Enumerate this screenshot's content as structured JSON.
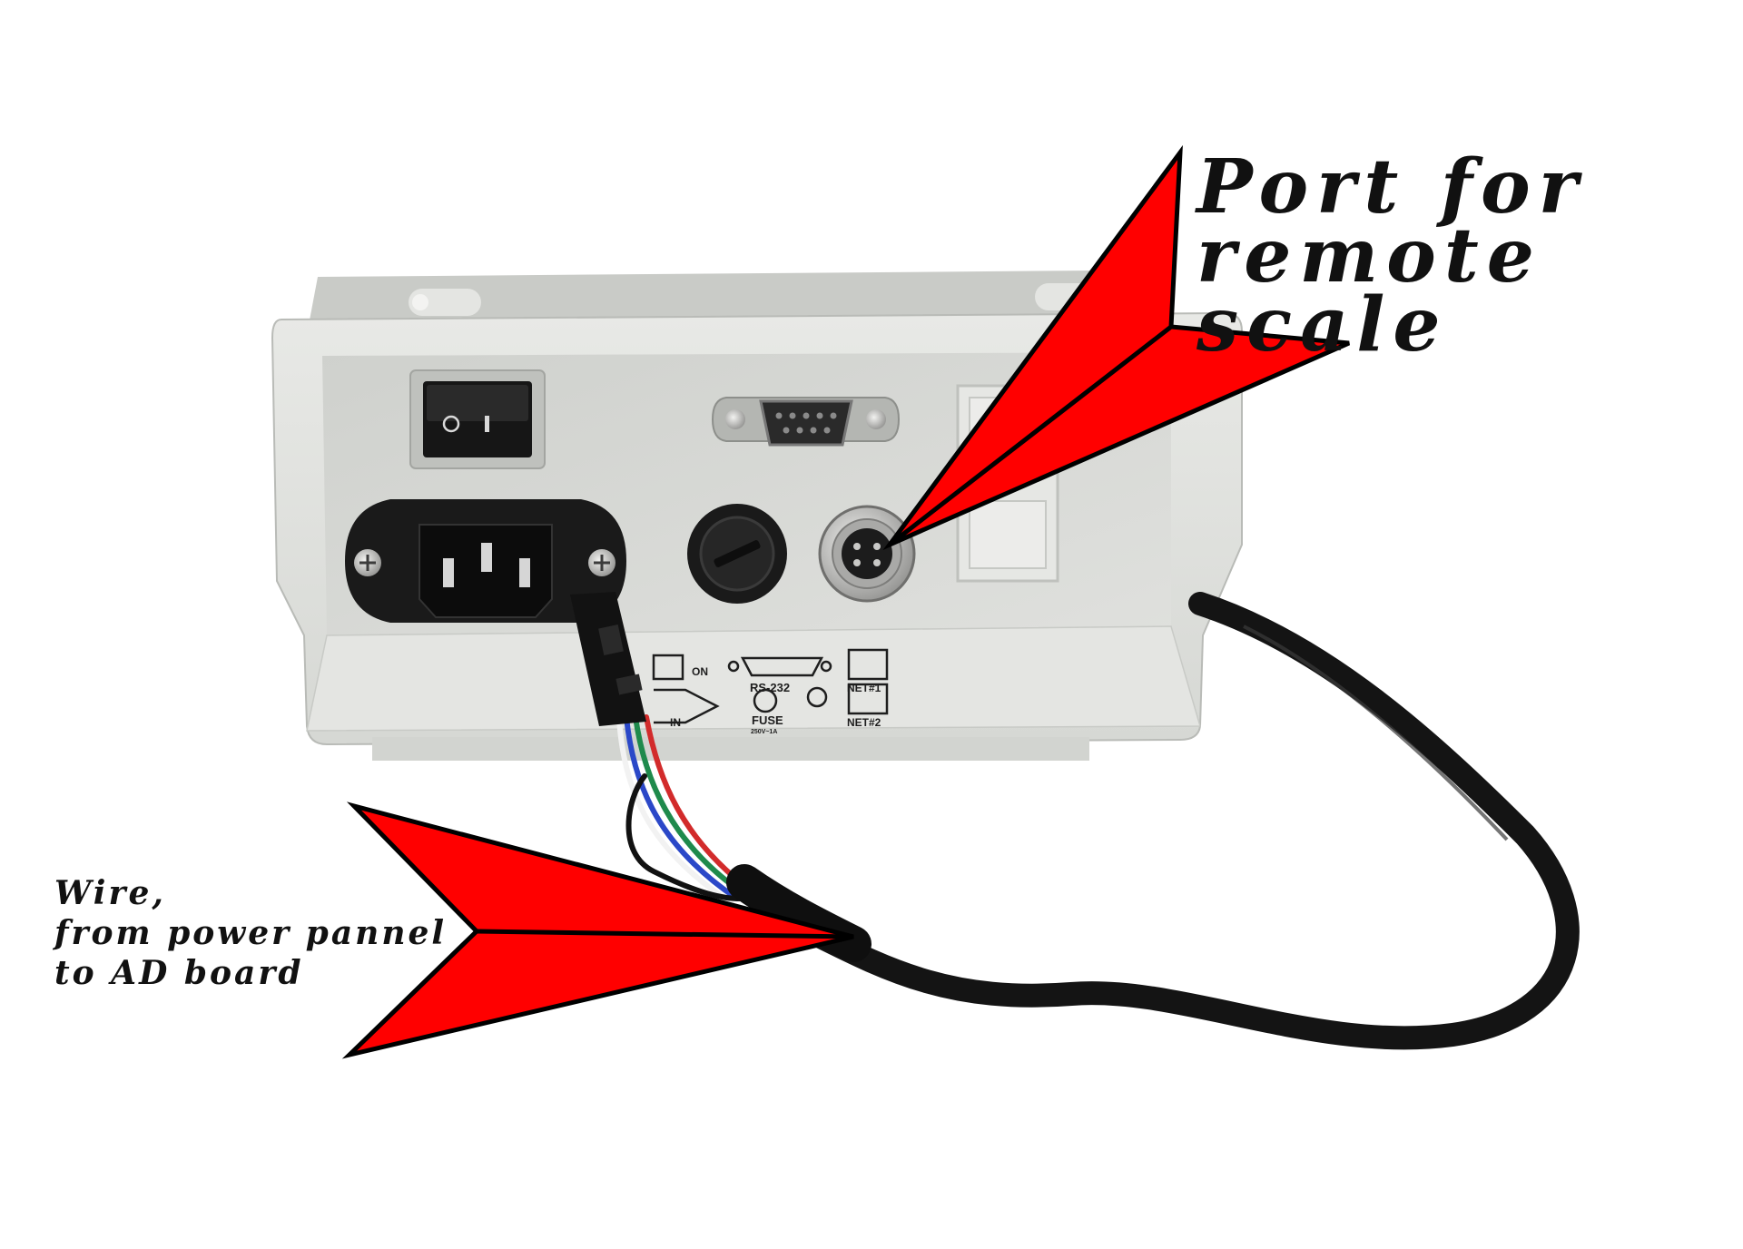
{
  "annotations": {
    "port_label_line1": "Port for",
    "port_label_line2": "remote scale",
    "wire_label_line1": "Wire,",
    "wire_label_line2": "from power pannel",
    "wire_label_line3": "to AD board"
  },
  "panel_printing": {
    "on": "ON",
    "rs232": "RS-232",
    "net1": "NET#1",
    "net2": "NET#2",
    "fuse": "FUSE",
    "fuse_rating": "250V~1A",
    "in": "IN"
  },
  "colors": {
    "arrow_red": "#ff0000",
    "arrow_outline": "#000000",
    "housing_gray": "#dcdedb",
    "cable_black": "#141414"
  }
}
